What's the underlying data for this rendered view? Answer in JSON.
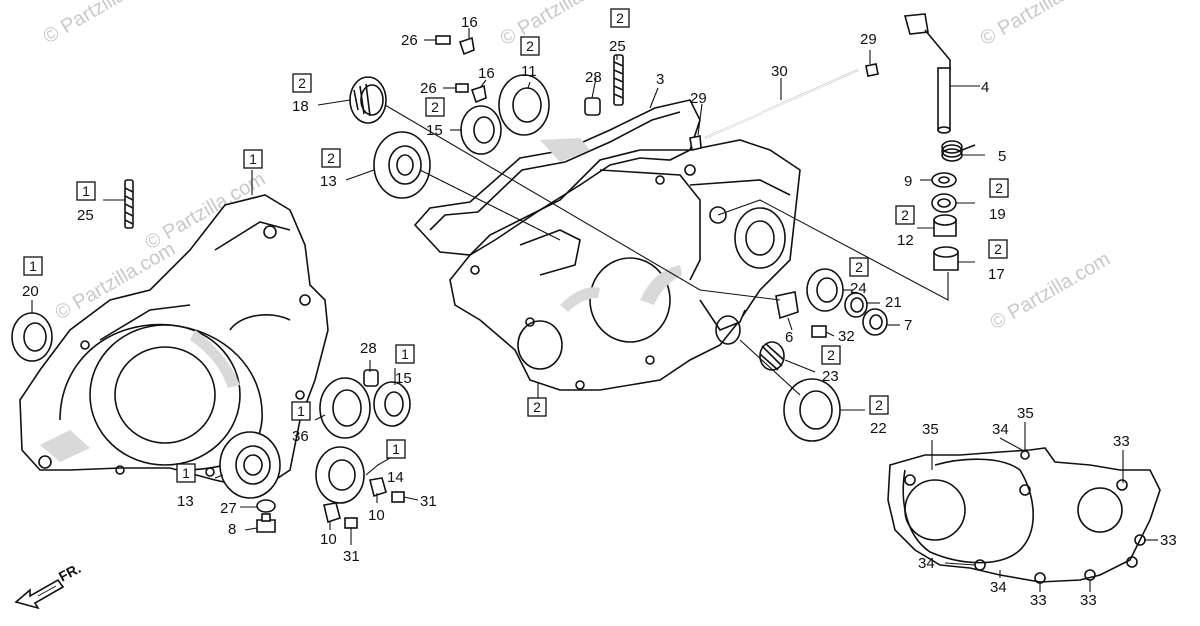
{
  "watermark": "© Partzilla.com",
  "front_marker": "FR.",
  "callouts": [
    {
      "id": "c1",
      "text": "26"
    },
    {
      "id": "c2",
      "text": "16"
    },
    {
      "id": "c3",
      "text": "26"
    },
    {
      "id": "c4",
      "text": "16"
    },
    {
      "id": "c5",
      "text": "11"
    },
    {
      "id": "c6",
      "text": "18"
    },
    {
      "id": "c7",
      "text": "15"
    },
    {
      "id": "c8",
      "text": "13"
    },
    {
      "id": "c9",
      "text": "25"
    },
    {
      "id": "c10",
      "text": "25"
    },
    {
      "id": "c11",
      "text": "28"
    },
    {
      "id": "c12",
      "text": "3"
    },
    {
      "id": "c13",
      "text": "29"
    },
    {
      "id": "c14",
      "text": "30"
    },
    {
      "id": "c15",
      "text": "29"
    },
    {
      "id": "c16",
      "text": "4"
    },
    {
      "id": "c17",
      "text": "5"
    },
    {
      "id": "c18",
      "text": "9"
    },
    {
      "id": "c19",
      "text": "19"
    },
    {
      "id": "c20",
      "text": "12"
    },
    {
      "id": "c21",
      "text": "17"
    },
    {
      "id": "c22",
      "text": "24"
    },
    {
      "id": "c23",
      "text": "21"
    },
    {
      "id": "c24",
      "text": "7"
    },
    {
      "id": "c25",
      "text": "6"
    },
    {
      "id": "c26",
      "text": "32"
    },
    {
      "id": "c27",
      "text": "23"
    },
    {
      "id": "c28",
      "text": "22"
    },
    {
      "id": "c29",
      "text": "20"
    },
    {
      "id": "c30",
      "text": "28"
    },
    {
      "id": "c31",
      "text": "15"
    },
    {
      "id": "c32",
      "text": "36"
    },
    {
      "id": "c33",
      "text": "14"
    },
    {
      "id": "c34",
      "text": "13"
    },
    {
      "id": "c35",
      "text": "27"
    },
    {
      "id": "c36",
      "text": "8"
    },
    {
      "id": "c37",
      "text": "31"
    },
    {
      "id": "c38",
      "text": "10"
    },
    {
      "id": "c39",
      "text": "10"
    },
    {
      "id": "c40",
      "text": "31"
    },
    {
      "id": "c41",
      "text": "35"
    },
    {
      "id": "c42",
      "text": "34"
    },
    {
      "id": "c43",
      "text": "35"
    },
    {
      "id": "c44",
      "text": "33"
    },
    {
      "id": "c45",
      "text": "33"
    },
    {
      "id": "c46",
      "text": "34"
    },
    {
      "id": "c47",
      "text": "34"
    },
    {
      "id": "c48",
      "text": "33"
    },
    {
      "id": "c49",
      "text": "33"
    }
  ],
  "boxes": [
    {
      "id": "b1",
      "text": "2"
    },
    {
      "id": "b2",
      "text": "2"
    },
    {
      "id": "b3",
      "text": "2"
    },
    {
      "id": "b4",
      "text": "2"
    },
    {
      "id": "b5",
      "text": "2"
    },
    {
      "id": "b6",
      "text": "1"
    },
    {
      "id": "b7",
      "text": "1"
    },
    {
      "id": "b8",
      "text": "2"
    },
    {
      "id": "b9",
      "text": "2"
    },
    {
      "id": "b10",
      "text": "2"
    },
    {
      "id": "b11",
      "text": "2"
    },
    {
      "id": "b12",
      "text": "2"
    },
    {
      "id": "b13",
      "text": "2"
    },
    {
      "id": "b14",
      "text": "2"
    },
    {
      "id": "b15",
      "text": "1"
    },
    {
      "id": "b16",
      "text": "1"
    },
    {
      "id": "b17",
      "text": "1"
    },
    {
      "id": "b18",
      "text": "1"
    },
    {
      "id": "b19",
      "text": "1"
    },
    {
      "id": "b20",
      "text": "2"
    }
  ]
}
